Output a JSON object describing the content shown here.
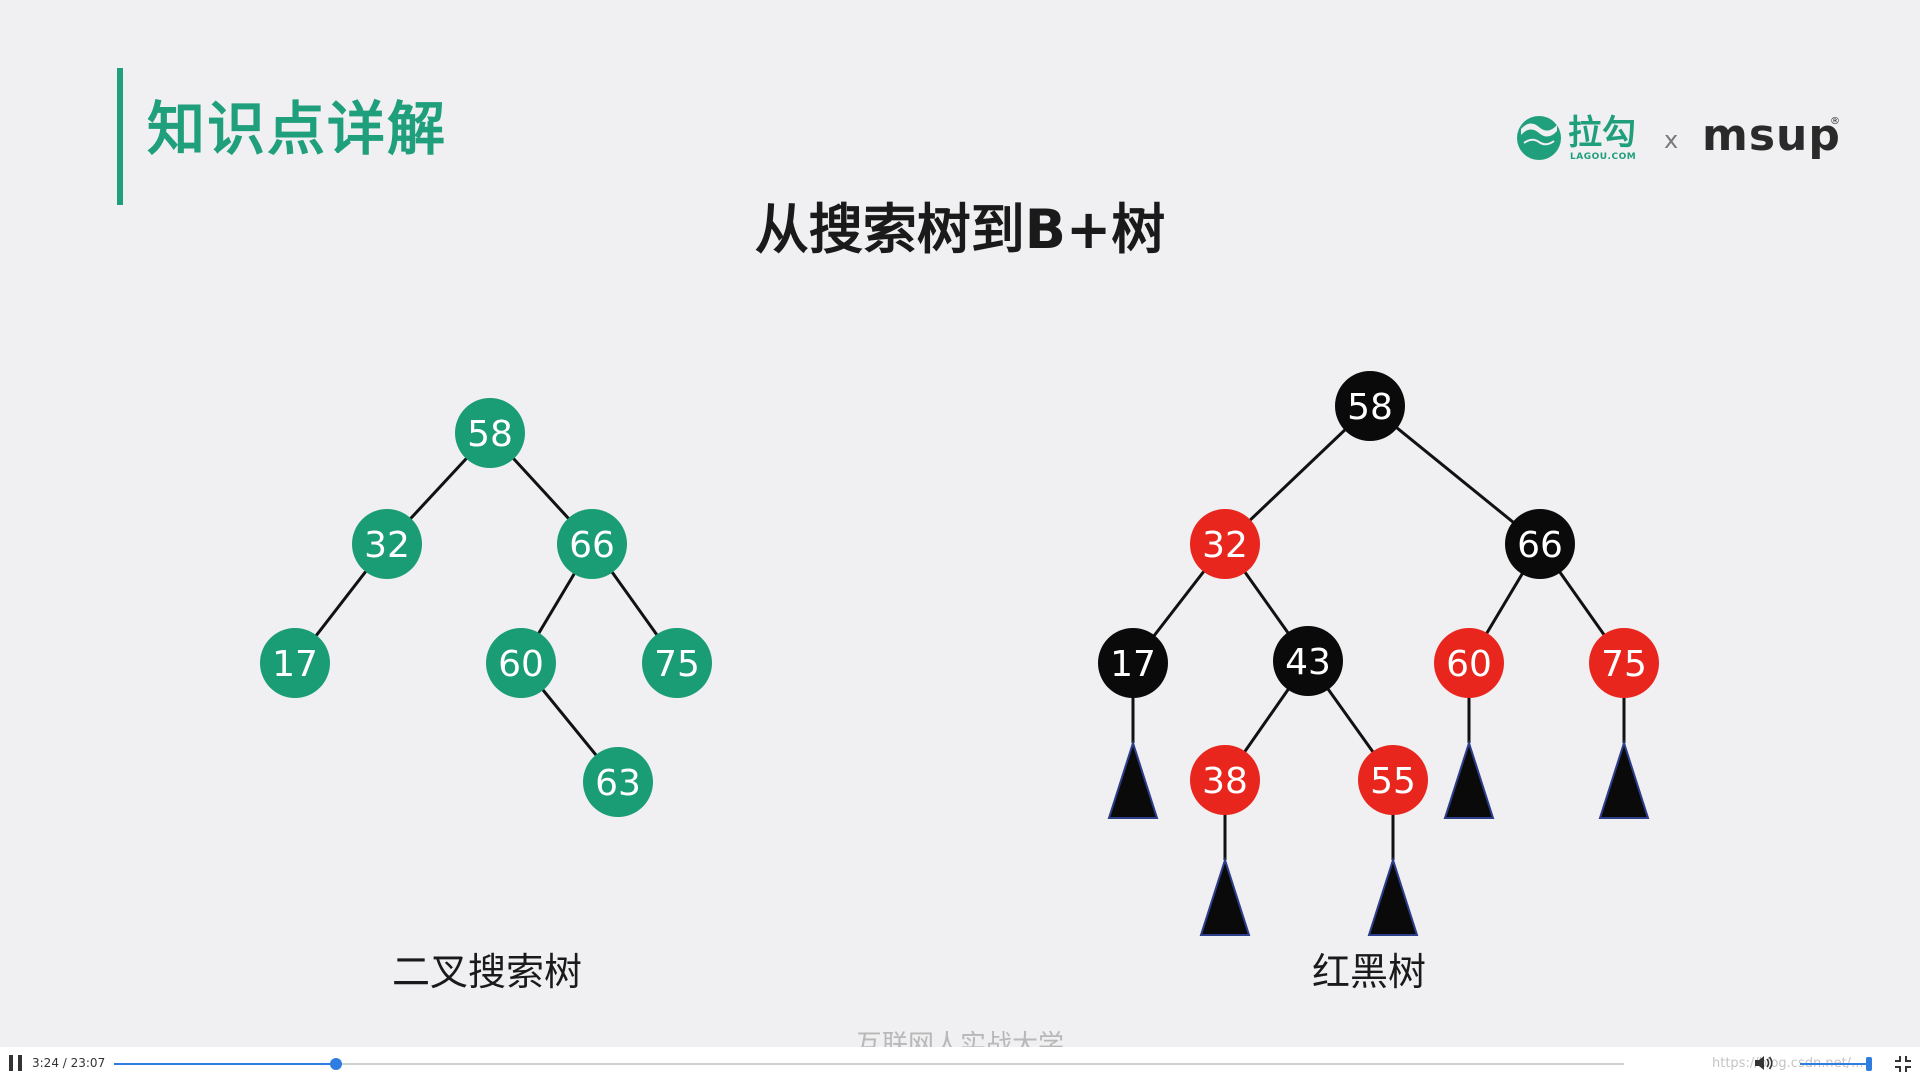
{
  "slide": {
    "section_title": "知识点详解",
    "main_title": "从搜索树到B+树",
    "logos": {
      "lagou_name": "拉勾",
      "lagou_domain": "LAGOU.COM",
      "separator": "x",
      "partner_name": "msup",
      "partner_mark": "®",
      "brand_color": "#1f9f7c"
    },
    "watermark": "互联网人实战大学"
  },
  "binary_search_tree": {
    "caption": "二叉搜索树",
    "node_color": "#1a9c74",
    "nodes": [
      {
        "id": "58",
        "label": "58"
      },
      {
        "id": "32",
        "label": "32"
      },
      {
        "id": "66",
        "label": "66"
      },
      {
        "id": "17",
        "label": "17"
      },
      {
        "id": "60",
        "label": "60"
      },
      {
        "id": "75",
        "label": "75"
      },
      {
        "id": "63",
        "label": "63"
      }
    ],
    "edges": [
      [
        "58",
        "32"
      ],
      [
        "58",
        "66"
      ],
      [
        "32",
        "17"
      ],
      [
        "66",
        "60"
      ],
      [
        "66",
        "75"
      ],
      [
        "60",
        "63"
      ]
    ]
  },
  "red_black_tree": {
    "caption": "红黑树",
    "colors": {
      "red": "#e8261e",
      "black": "#0a0a0a",
      "nil": "#0a0a0a"
    },
    "nodes": [
      {
        "id": "58",
        "label": "58",
        "color": "black"
      },
      {
        "id": "32",
        "label": "32",
        "color": "red"
      },
      {
        "id": "66",
        "label": "66",
        "color": "black"
      },
      {
        "id": "17",
        "label": "17",
        "color": "black"
      },
      {
        "id": "43",
        "label": "43",
        "color": "black"
      },
      {
        "id": "60",
        "label": "60",
        "color": "red"
      },
      {
        "id": "75",
        "label": "75",
        "color": "red"
      },
      {
        "id": "38",
        "label": "38",
        "color": "red"
      },
      {
        "id": "55",
        "label": "55",
        "color": "red"
      }
    ],
    "edges": [
      [
        "58",
        "32"
      ],
      [
        "58",
        "66"
      ],
      [
        "32",
        "17"
      ],
      [
        "32",
        "43"
      ],
      [
        "66",
        "60"
      ],
      [
        "66",
        "75"
      ],
      [
        "43",
        "38"
      ],
      [
        "43",
        "55"
      ]
    ],
    "subtree_placeholders": [
      "17",
      "38",
      "55",
      "60",
      "75"
    ]
  },
  "player": {
    "current_time": "3:24",
    "duration": "23:07",
    "time_label": "3:24 / 23:07",
    "progress_fraction": 0.147,
    "buffered_fraction": 0.148,
    "url_overlay": "https://blog.csdn.net/...",
    "accent_color": "#2f7de1",
    "volume_fraction": 0.95,
    "icons": {
      "play_pause": "pause-icon",
      "volume": "volume-icon",
      "fullscreen": "fullscreen-exit-icon"
    }
  }
}
